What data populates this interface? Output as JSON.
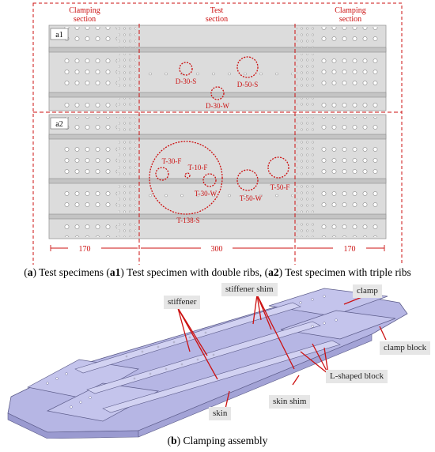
{
  "colors": {
    "accent_red": "#cc1111",
    "plate_fill": "#dcdcdc",
    "assembly_fill": "#b9b9e6"
  },
  "top_figure": {
    "zones": [
      {
        "line1": "Clamping",
        "line2": "section"
      },
      {
        "line1": "Test",
        "line2": "section"
      },
      {
        "line1": "Clamping",
        "line2": "section"
      }
    ],
    "panel_labels": [
      "a1",
      "a2"
    ],
    "holes": [
      {
        "label": "D-30-S"
      },
      {
        "label": "D-50-S"
      },
      {
        "label": "D-30-W"
      },
      {
        "label": "T-30-F"
      },
      {
        "label": "T-10-F"
      },
      {
        "label": "T-30-W"
      },
      {
        "label": "T-50-W"
      },
      {
        "label": "T-50-F"
      },
      {
        "label": "T-138-S"
      }
    ],
    "dimensions": [
      "170",
      "300",
      "170"
    ]
  },
  "caption_a": {
    "pre1": "(",
    "b1": "a",
    "mid1": ") Test specimens (",
    "b2": "a1",
    "mid2": ") Test specimen with double ribs, (",
    "b3": "a2",
    "mid3": ") Test specimen with triple ribs"
  },
  "callouts": {
    "stiffener": "stiffener",
    "stiffener_shim": "stiffener shim",
    "clamp": "clamp",
    "clamp_block": "clamp block",
    "l_shaped_block": "L-shaped block",
    "skin_shim": "skin shim",
    "skin": "skin"
  },
  "caption_b": {
    "pre": "(",
    "b": "b",
    "post": ") Clamping assembly"
  }
}
